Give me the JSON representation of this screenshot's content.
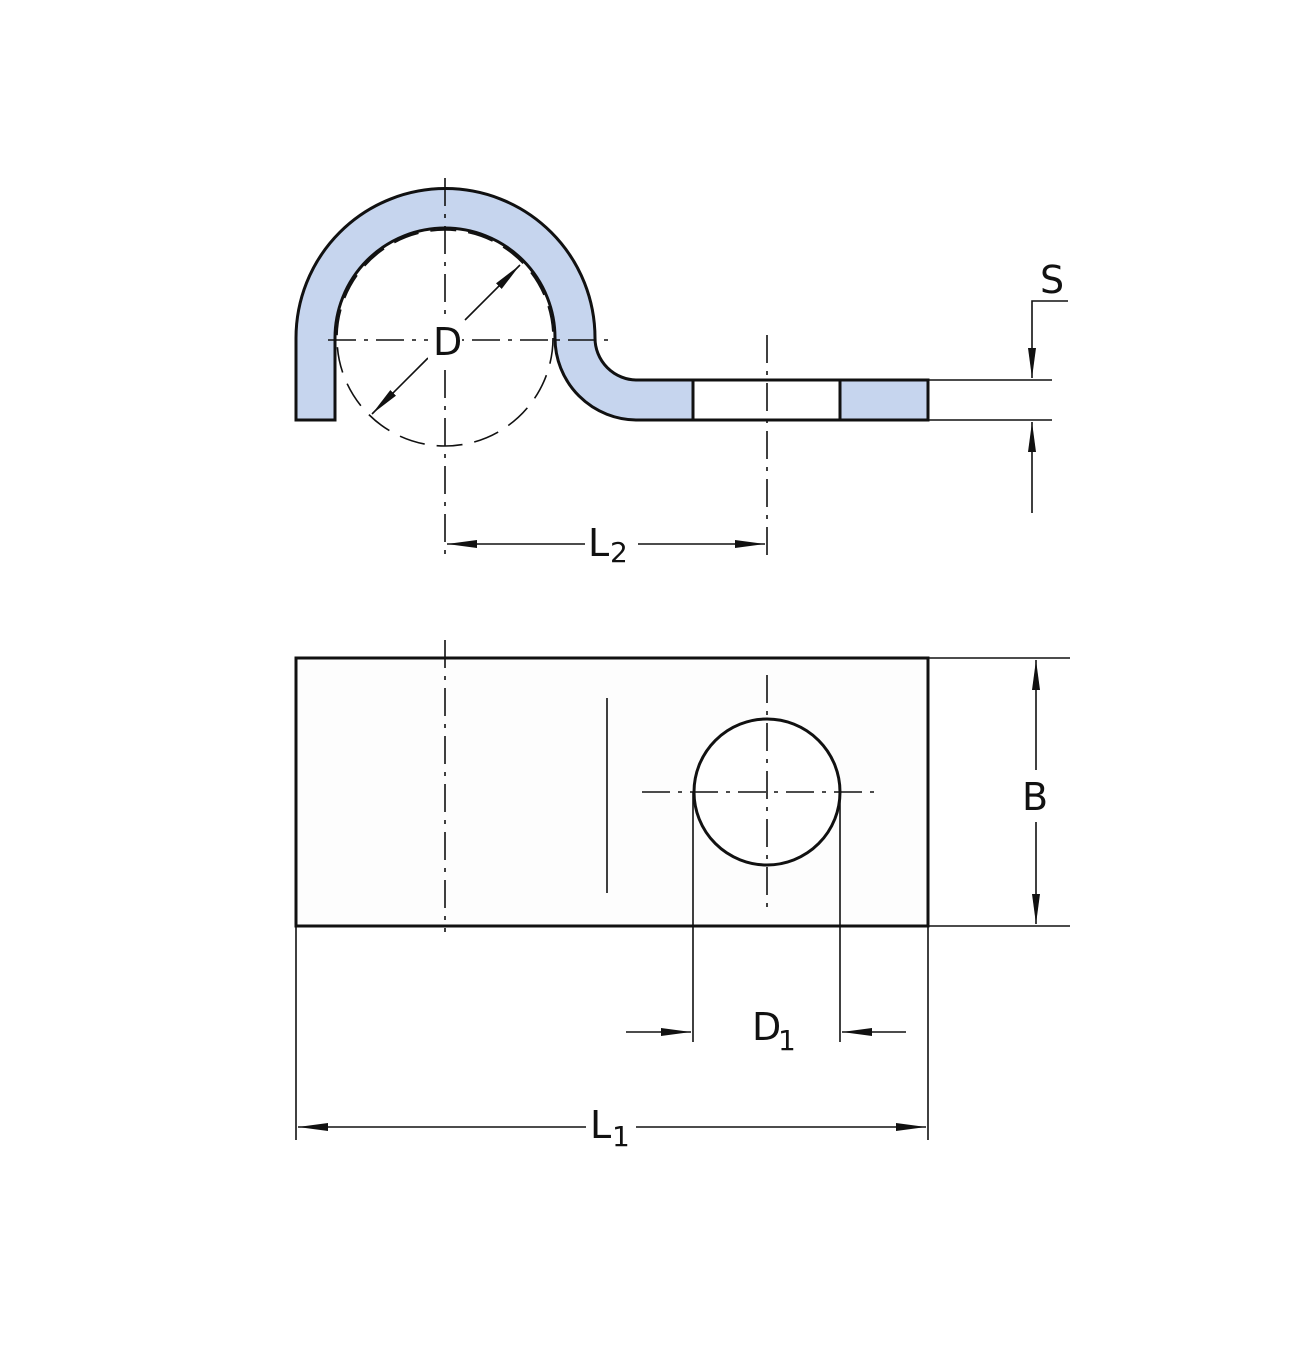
{
  "labels": {
    "D": "D",
    "L2_main": "L",
    "L2_sub": "2",
    "S": "S",
    "B": "B",
    "D1_main": "D",
    "D1_sub": "1",
    "L1_main": "L",
    "L1_sub": "1"
  },
  "colors": {
    "section_fill": "#c6d5ee",
    "line": "#111111"
  }
}
